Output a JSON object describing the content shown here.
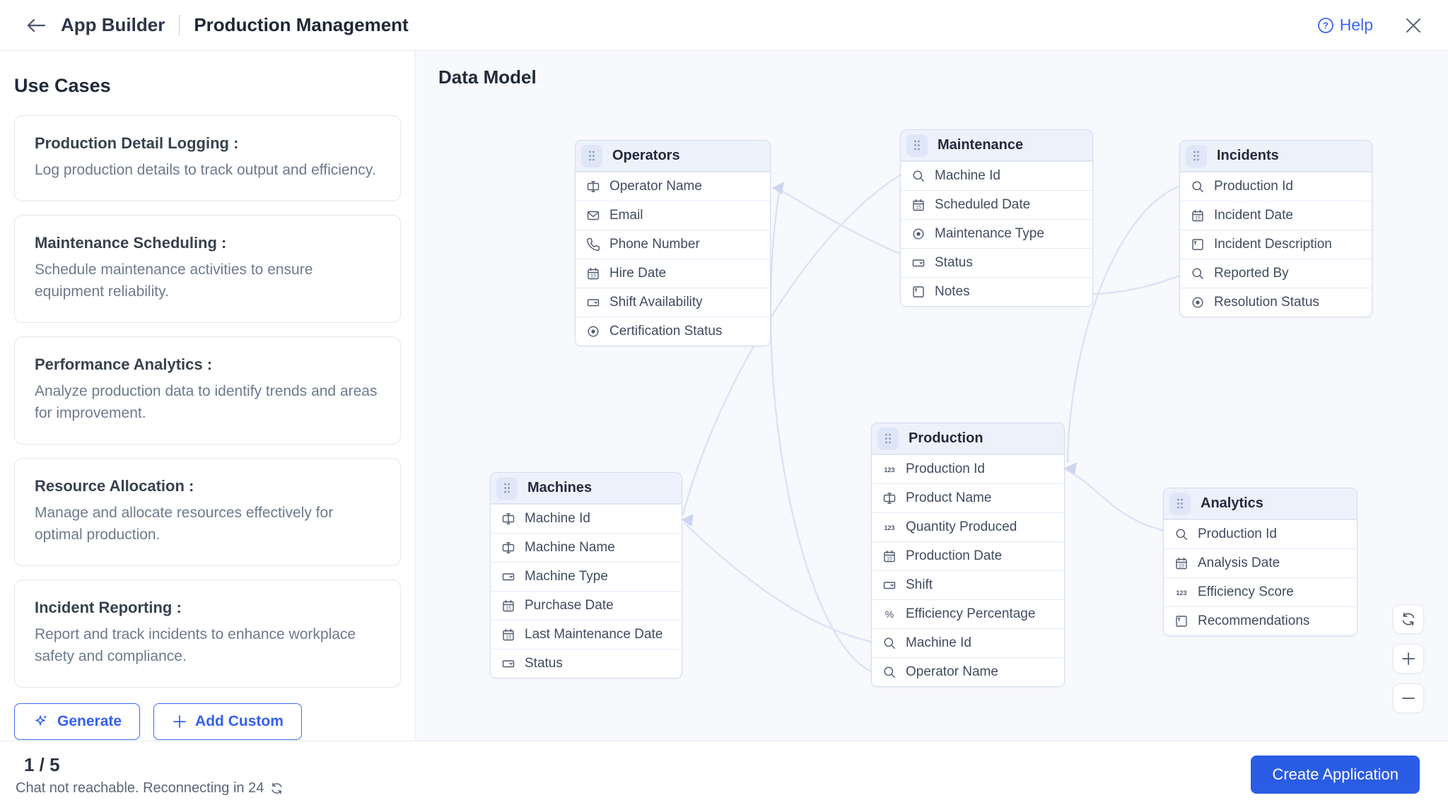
{
  "header": {
    "app_name": "App Builder",
    "page_title": "Production Management",
    "help_label": "Help"
  },
  "use_cases": {
    "heading": "Use Cases",
    "cards": [
      {
        "title": "Production Detail Logging :",
        "description": "Log production details to track output and efficiency."
      },
      {
        "title": "Maintenance Scheduling :",
        "description": "Schedule maintenance activities to ensure equipment reliability."
      },
      {
        "title": "Performance Analytics :",
        "description": "Analyze production data to identify trends and areas for improvement."
      },
      {
        "title": "Resource Allocation :",
        "description": "Manage and allocate resources effectively for optimal production."
      },
      {
        "title": "Incident Reporting :",
        "description": "Report and track incidents to enhance workplace safety and compliance."
      }
    ],
    "generate_label": "Generate",
    "add_custom_label": "Add Custom"
  },
  "data_model": {
    "heading": "Data Model",
    "entities": [
      {
        "name": "Operators",
        "fields": [
          {
            "name": "Operator Name",
            "type": "text"
          },
          {
            "name": "Email",
            "type": "email"
          },
          {
            "name": "Phone Number",
            "type": "phone"
          },
          {
            "name": "Hire Date",
            "type": "date"
          },
          {
            "name": "Shift Availability",
            "type": "dropdown"
          },
          {
            "name": "Certification Status",
            "type": "radio"
          }
        ]
      },
      {
        "name": "Maintenance",
        "fields": [
          {
            "name": "Machine Id",
            "type": "lookup"
          },
          {
            "name": "Scheduled Date",
            "type": "date"
          },
          {
            "name": "Maintenance Type",
            "type": "radio"
          },
          {
            "name": "Status",
            "type": "dropdown"
          },
          {
            "name": "Notes",
            "type": "multiline"
          }
        ]
      },
      {
        "name": "Incidents",
        "fields": [
          {
            "name": "Production Id",
            "type": "lookup"
          },
          {
            "name": "Incident Date",
            "type": "date"
          },
          {
            "name": "Incident Description",
            "type": "multiline"
          },
          {
            "name": "Reported By",
            "type": "lookup"
          },
          {
            "name": "Resolution Status",
            "type": "radio"
          }
        ]
      },
      {
        "name": "Machines",
        "fields": [
          {
            "name": "Machine Id",
            "type": "text"
          },
          {
            "name": "Machine Name",
            "type": "text"
          },
          {
            "name": "Machine Type",
            "type": "dropdown"
          },
          {
            "name": "Purchase Date",
            "type": "date"
          },
          {
            "name": "Last Maintenance Date",
            "type": "date"
          },
          {
            "name": "Status",
            "type": "dropdown"
          }
        ]
      },
      {
        "name": "Production",
        "fields": [
          {
            "name": "Production Id",
            "type": "number"
          },
          {
            "name": "Product Name",
            "type": "text"
          },
          {
            "name": "Quantity Produced",
            "type": "number"
          },
          {
            "name": "Production Date",
            "type": "date"
          },
          {
            "name": "Shift",
            "type": "dropdown"
          },
          {
            "name": "Efficiency Percentage",
            "type": "percent"
          },
          {
            "name": "Machine Id",
            "type": "lookup"
          },
          {
            "name": "Operator Name",
            "type": "lookup"
          }
        ]
      },
      {
        "name": "Analytics",
        "fields": [
          {
            "name": "Production Id",
            "type": "lookup"
          },
          {
            "name": "Analysis Date",
            "type": "date"
          },
          {
            "name": "Efficiency Score",
            "type": "number"
          },
          {
            "name": "Recommendations",
            "type": "multiline"
          }
        ]
      }
    ]
  },
  "icons": {
    "text": "text-field-icon",
    "email": "email-icon",
    "phone": "phone-icon",
    "date": "calendar-icon",
    "dropdown": "dropdown-icon",
    "radio": "radio-icon",
    "lookup": "lookup-search-icon",
    "number": "number-123-icon",
    "percent": "percent-icon",
    "multiline": "multiline-text-icon"
  },
  "footer": {
    "step": "1 / 5",
    "status": "Chat not reachable. Reconnecting in 24",
    "create_label": "Create Application"
  },
  "colors": {
    "accent": "#3c67f2",
    "primary_button": "#2b5ce5",
    "canvas_bg": "#f8f9fd",
    "table_header_bg": "#edf1fb",
    "table_border": "#d4dcef",
    "connector": "#dce3f4",
    "text_dark": "#242e40",
    "text_muted": "#6e7a8d"
  }
}
